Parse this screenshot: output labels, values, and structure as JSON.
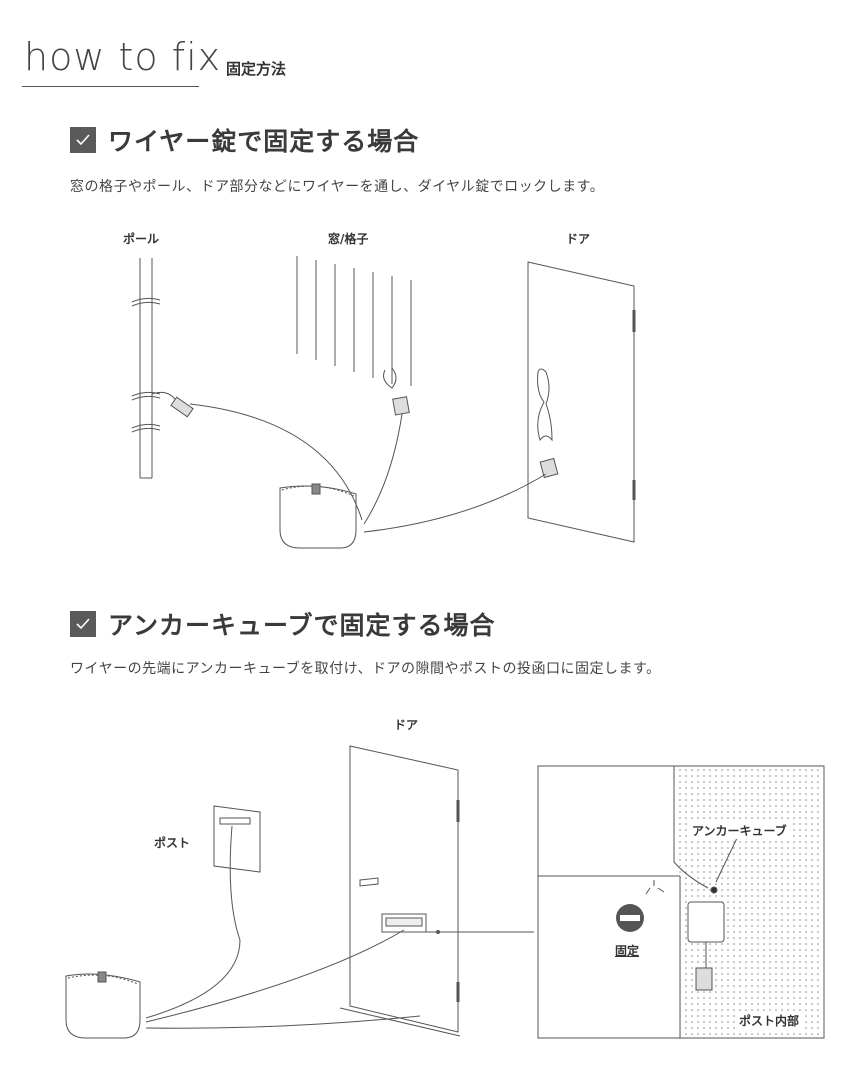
{
  "header": {
    "title": "how to fix",
    "subtitle": "固定方法"
  },
  "section1": {
    "heading": "ワイヤー錠で固定する場合",
    "description": "窓の格子やポール、ドア部分などにワイヤーを通し、ダイヤル錠でロックします。",
    "labels": {
      "pole": "ポール",
      "window": "窓/格子",
      "door": "ドア"
    }
  },
  "section2": {
    "heading": "アンカーキューブで固定する場合",
    "description": "ワイヤーの先端にアンカーキューブを取付け、ドアの隙間やポストの投函口に固定します。",
    "labels": {
      "door": "ドア",
      "post": "ポスト",
      "anchor": "アンカーキューブ",
      "fixed": "固定",
      "post_inside": "ポスト内部"
    }
  },
  "colors": {
    "line": "#555555",
    "checkbox": "#5a5a5a",
    "text": "#3a3a3a"
  }
}
